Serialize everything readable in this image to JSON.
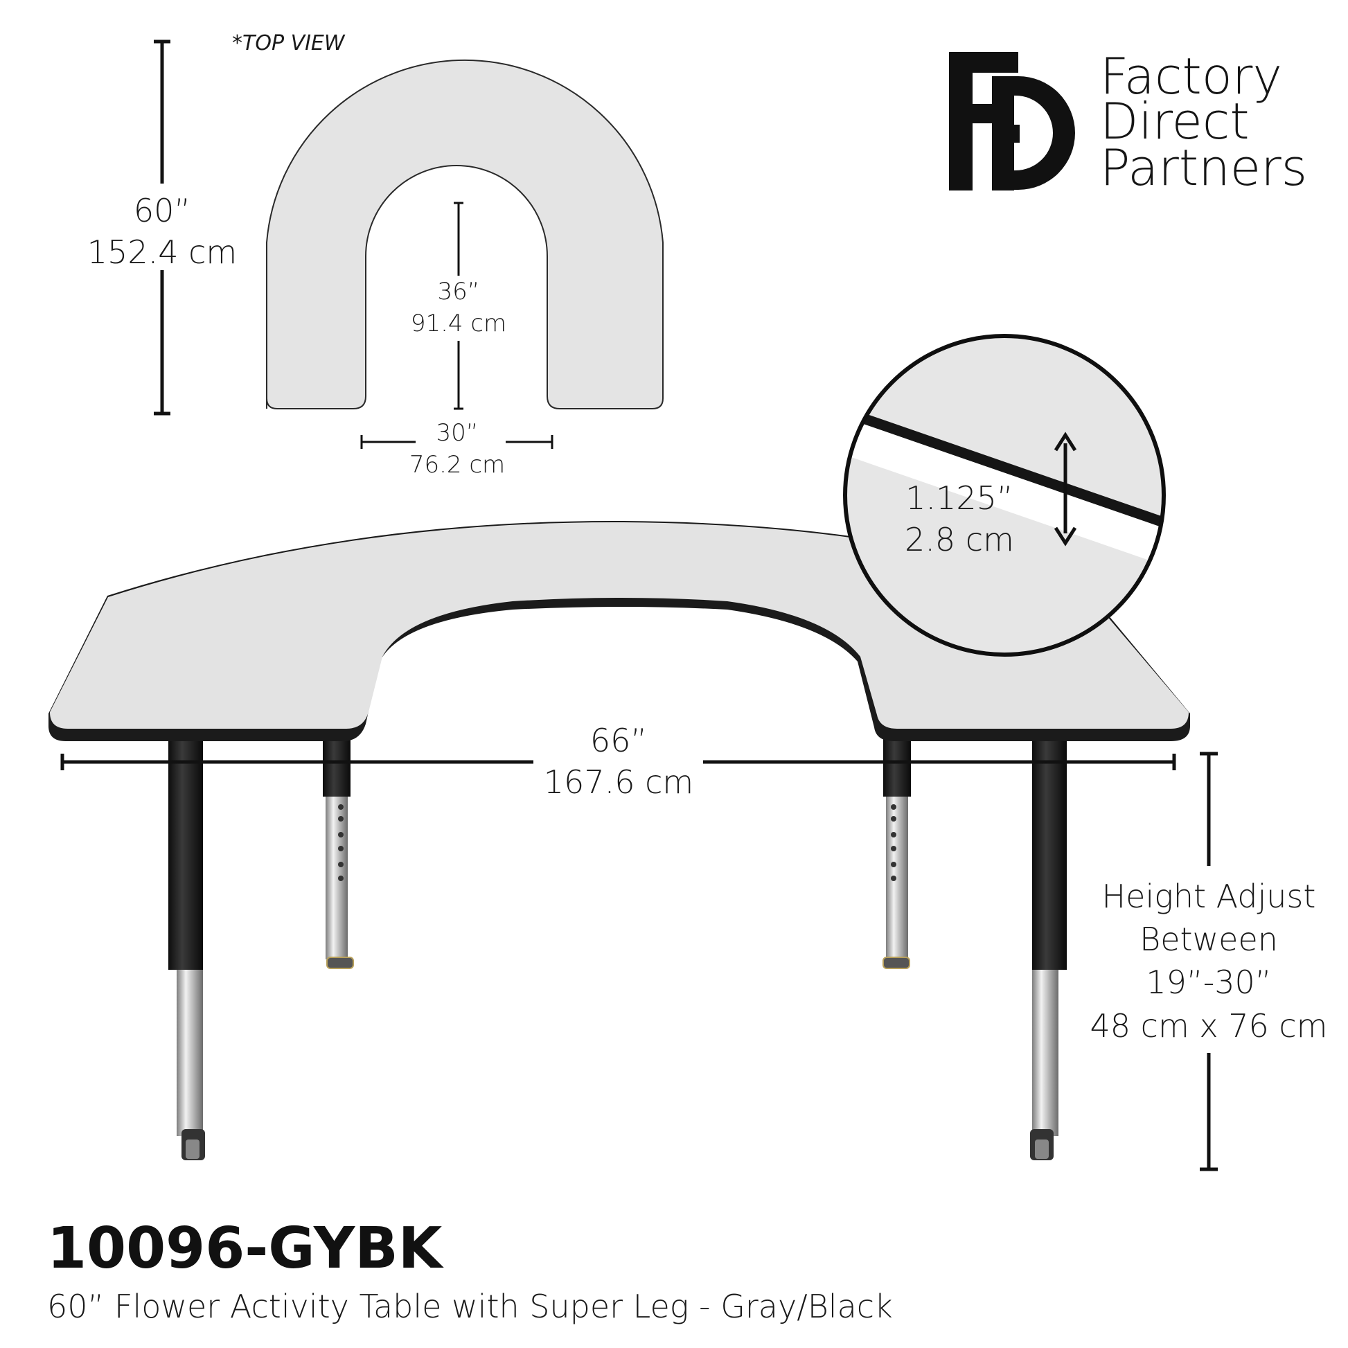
{
  "top_view": {
    "note": "*TOP VIEW",
    "overall_depth": {
      "in": "60”",
      "cm": "152.4 cm"
    },
    "cutout_depth": {
      "in": "36”",
      "cm": "91.4 cm"
    },
    "cutout_width": {
      "in": "30”",
      "cm": "76.2 cm"
    }
  },
  "brand": {
    "line1": "Factory",
    "line2": "Direct",
    "line3": "Partners"
  },
  "thickness": {
    "in": "1.125”",
    "cm": "2.8 cm"
  },
  "overall_width": {
    "in": "66”",
    "cm": "167.6 cm"
  },
  "height_adjust": {
    "line1": "Height Adjust",
    "line2": "Between",
    "line3": "19”-30”",
    "line4": "48 cm x 76 cm"
  },
  "product": {
    "sku": "10096-GYBK",
    "description": "60” Flower Activity Table with Super Leg - Gray/Black"
  },
  "colors": {
    "top_surface": "#e3e3e3",
    "edge_band": "#1b1b1b",
    "leg_black": "#1e1e1e",
    "chrome": "#c9c9c9"
  }
}
